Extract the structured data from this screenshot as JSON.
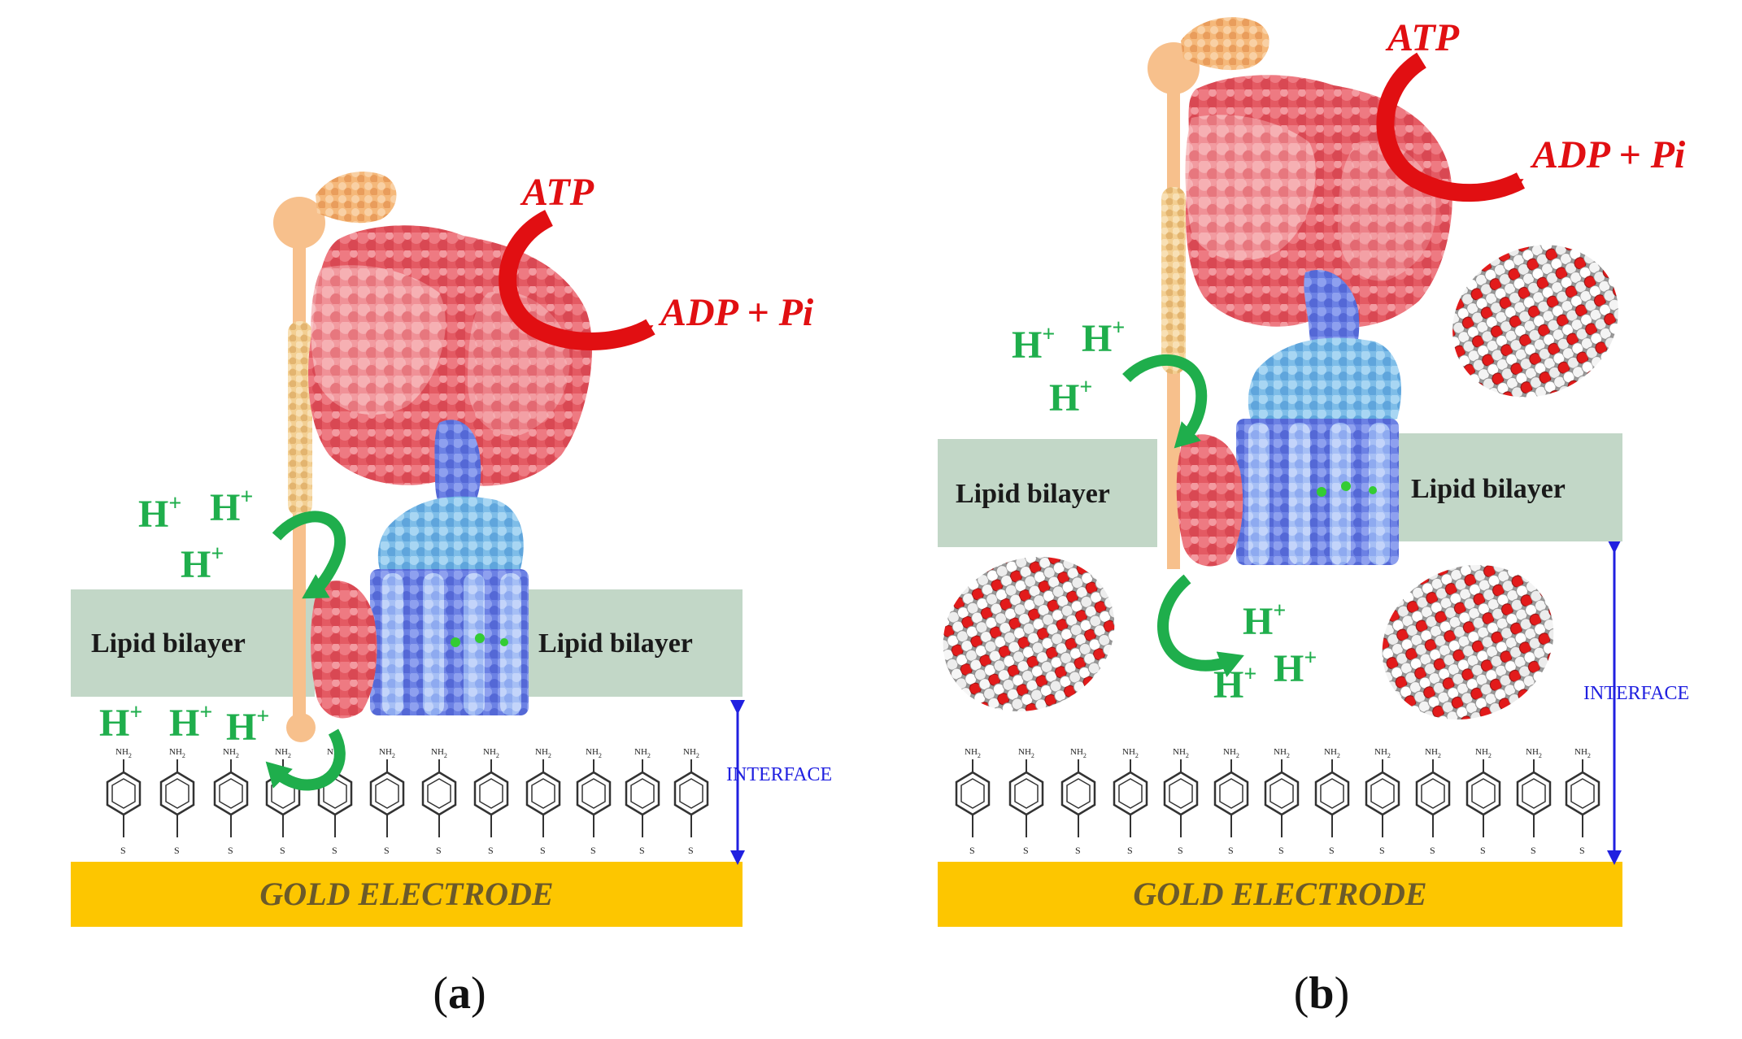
{
  "panels": [
    {
      "id": "a",
      "caption_letter": "a",
      "atp": "ATP",
      "adp": "ADP + Pi",
      "h_ion": "H",
      "h_charge": "+",
      "lipid_left": "Lipid bilayer",
      "lipid_right": "Lipid bilayer",
      "interface": "INTERFACE",
      "electrode": "GOLD ELECTRODE",
      "sam_group_top": "NH",
      "sam_group_sub": "2",
      "sam_anchor": "S"
    },
    {
      "id": "b",
      "caption_letter": "b",
      "atp": "ATP",
      "adp": "ADP + Pi",
      "h_ion": "H",
      "h_charge": "+",
      "lipid_left": "Lipid bilayer",
      "lipid_right": "Lipid bilayer",
      "interface": "INTERFACE",
      "electrode": "GOLD ELECTRODE",
      "sam_group_top": "NH",
      "sam_group_sub": "2",
      "sam_anchor": "S"
    }
  ],
  "caption_open": "(",
  "caption_close": ")",
  "colors": {
    "gold_electrode": "#fdc600",
    "lipid_bilayer": "#c2d7c7",
    "atp_arrow": "#e10f12",
    "proton_arrow": "#1fae4c",
    "interface_arrow": "#2020e0",
    "stator_stalk": "#f7c08c",
    "f1_head": "#e86a72",
    "fo_ring": "#6e84e6",
    "gamma_subunit": "#8fc6ec"
  }
}
